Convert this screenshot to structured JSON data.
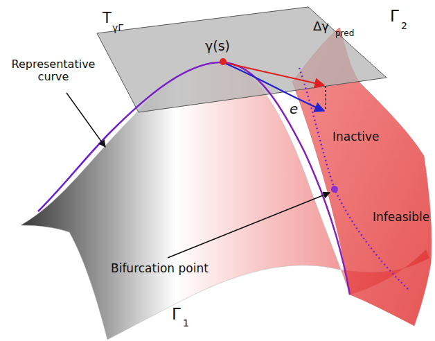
{
  "diagram": {
    "labels": [
      "T",
      "γΓ",
      "Γ",
      "2",
      "γ(s)",
      "Δγ",
      "pred",
      "Representative curve",
      "e",
      "Inactive",
      "Infeasible",
      "Bifurcation point",
      "Γ",
      "1"
    ]
  }
}
